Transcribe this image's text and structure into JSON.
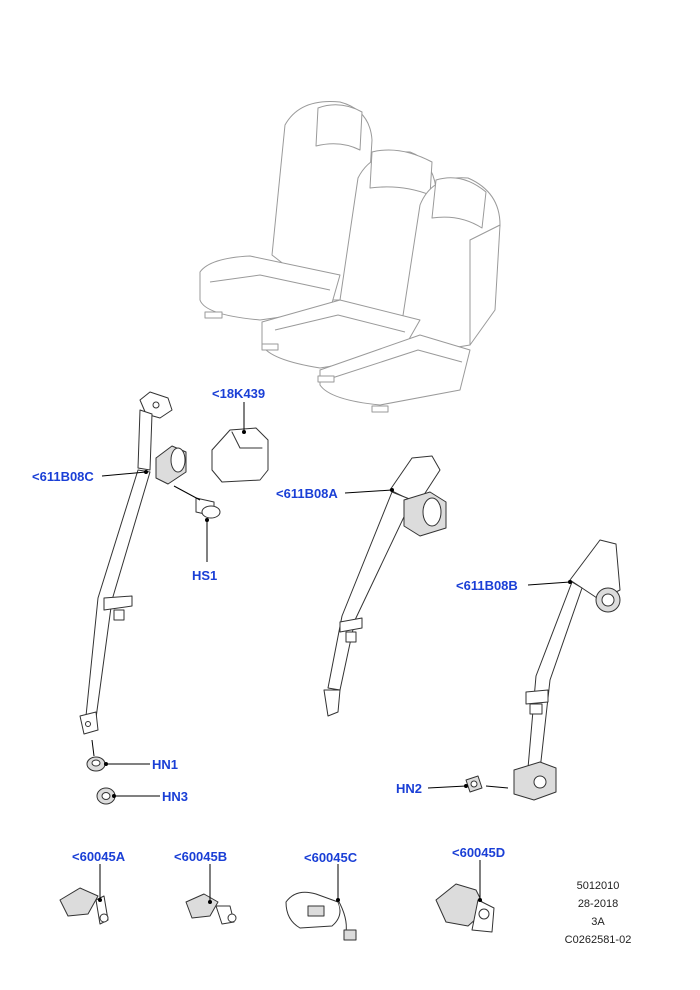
{
  "callouts": {
    "c18k439": "<18K439",
    "c611b08c": "<611B08C",
    "c611b08a": "<611B08A",
    "c611b08b": "<611B08B",
    "hs1": "HS1",
    "hn1": "HN1",
    "hn3": "HN3",
    "hn2": "HN2",
    "c60045a": "<60045A",
    "c60045b": "<60045B",
    "c60045c": "<60045C",
    "c60045d": "<60045D"
  },
  "reference": {
    "line1": "5012010",
    "line2": "28-2018",
    "line3": "3A",
    "line4": "C0262581-02"
  },
  "colors": {
    "callout": "#1a3fd6",
    "line": "#333333"
  }
}
